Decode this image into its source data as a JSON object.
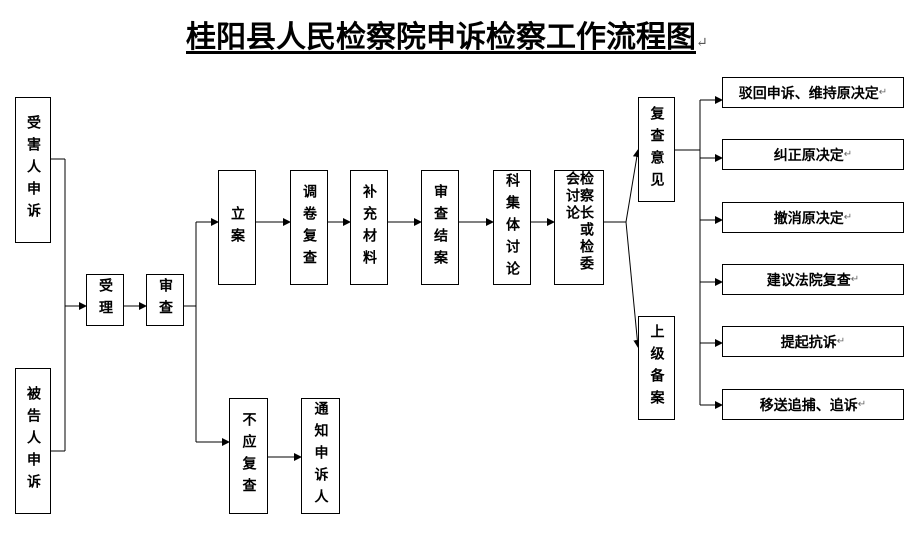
{
  "title": "桂阳县人民检察院申诉检察工作流程图",
  "para_mark": "↵",
  "nodes": {
    "victim_appeal": "受害人申诉",
    "defendant_appeal": "被告人申诉",
    "accept": "受理",
    "review": "审查",
    "file_case": "立案",
    "retrieve_files": "调卷复查",
    "supplement": "补充材料",
    "close_review": "审查结案",
    "section_discussion": "科集体讨论",
    "chief_discussion": "检察长或检委会讨论",
    "review_opinion": "复查意见",
    "superior_filing": "上级备案",
    "no_review": "不应复查",
    "notify": "通知申诉人"
  },
  "outcomes": [
    "驳回申诉、维持原决定",
    "纠正原决定",
    "撤消原决定",
    "建议法院复查",
    "提起抗诉",
    "移送追捕、追诉"
  ]
}
